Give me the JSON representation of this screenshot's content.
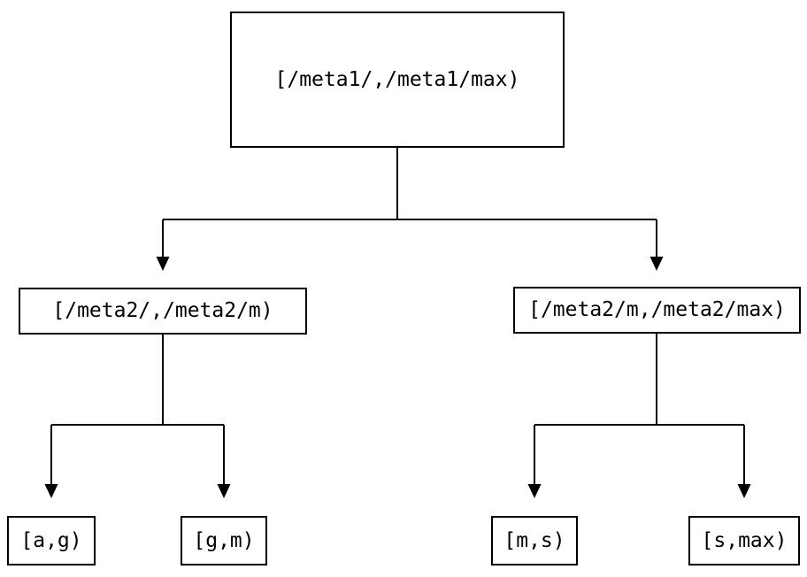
{
  "diagram": {
    "type": "tree",
    "nodes": {
      "root": {
        "label": "[/meta1/,/meta1/max)"
      },
      "left": {
        "label": "[/meta2/,/meta2/m)"
      },
      "right": {
        "label": "[/meta2/m,/meta2/max)"
      },
      "leaf_ag": {
        "label": "[a,g)"
      },
      "leaf_gm": {
        "label": "[g,m)"
      },
      "leaf_ms": {
        "label": "[m,s)"
      },
      "leaf_smax": {
        "label": "[s,max)"
      }
    },
    "edges": [
      {
        "from": "root",
        "to": "left"
      },
      {
        "from": "root",
        "to": "right"
      },
      {
        "from": "left",
        "to": "leaf_ag"
      },
      {
        "from": "left",
        "to": "leaf_gm"
      },
      {
        "from": "right",
        "to": "leaf_ms"
      },
      {
        "from": "right",
        "to": "leaf_smax"
      }
    ],
    "colors": {
      "line": "#000000",
      "node_border": "#000000",
      "node_fill": "#ffffff",
      "text": "#000000",
      "background": "#ffffff"
    }
  }
}
